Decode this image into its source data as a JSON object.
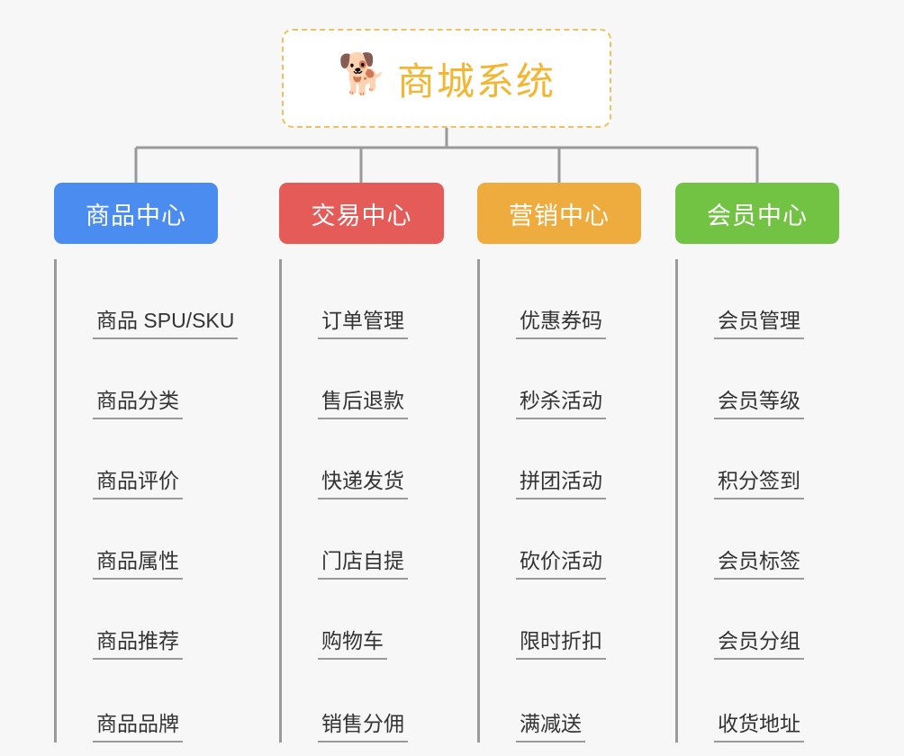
{
  "background_color": "#f7f7f7",
  "root": {
    "icon": "shiba-dog-face-emoji",
    "emoji": "🐕",
    "title": "商城系统",
    "title_color": "#f2b632",
    "border_color": "#f0c060",
    "fill_color": "#ffffff"
  },
  "connector_color": "#9a9a9a",
  "categories": [
    {
      "label": "商品中心",
      "color": "#4a8cf0",
      "items": [
        "商品 SPU/SKU",
        "商品分类",
        "商品评价",
        "商品属性",
        "商品推荐",
        "商品品牌"
      ]
    },
    {
      "label": "交易中心",
      "color": "#e55b58",
      "items": [
        "订单管理",
        "售后退款",
        "快递发货",
        "门店自提",
        "购物车",
        "销售分佣"
      ]
    },
    {
      "label": "营销中心",
      "color": "#eeac3e",
      "items": [
        "优惠券码",
        "秒杀活动",
        "拼团活动",
        "砍价活动",
        "限时折扣",
        "满减送"
      ]
    },
    {
      "label": "会员中心",
      "color": "#72c344",
      "items": [
        "会员管理",
        "会员等级",
        "积分签到",
        "会员标签",
        "会员分组",
        "收货地址"
      ]
    }
  ]
}
